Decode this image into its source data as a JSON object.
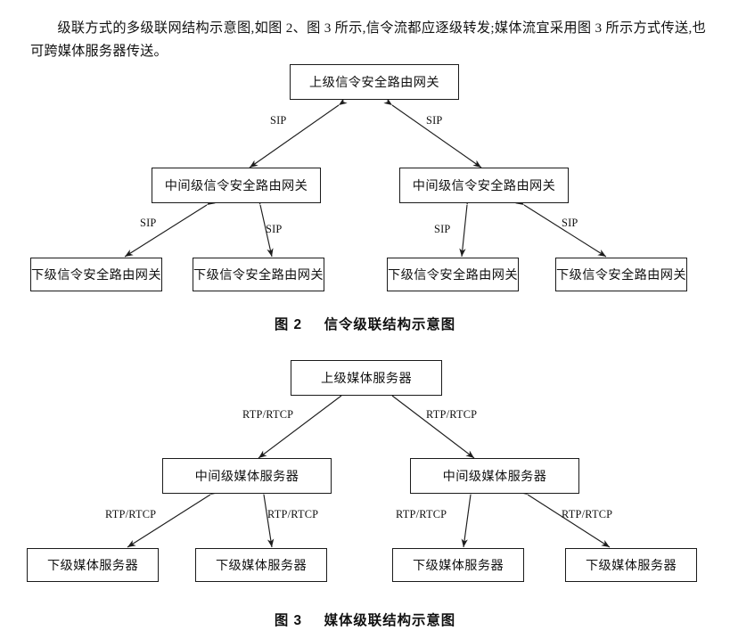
{
  "document": {
    "intro_paragraph": "级联方式的多级联网结构示意图,如图 2、图 3 所示,信令流都应逐级转发;媒体流宜采用图 3 所示方式传送,也可跨媒体服务器传送。"
  },
  "figure2": {
    "caption_label": "图 2",
    "caption_title": "信令级联结构示意图",
    "nodes": {
      "top": "上级信令安全路由网关",
      "mid_left": "中间级信令安全路由网关",
      "mid_right": "中间级信令安全路由网关",
      "leaf_1": "下级信令安全路由网关",
      "leaf_2": "下级信令安全路由网关",
      "leaf_3": "下级信令安全路由网关",
      "leaf_4": "下级信令安全路由网关"
    },
    "edge_labels": {
      "top_left": "SIP",
      "top_right": "SIP",
      "leaf_1": "SIP",
      "leaf_2": "SIP",
      "leaf_3": "SIP",
      "leaf_4": "SIP"
    }
  },
  "figure3": {
    "caption_label": "图 3",
    "caption_title": "媒体级联结构示意图",
    "nodes": {
      "top": "上级媒体服务器",
      "mid_left": "中间级媒体服务器",
      "mid_right": "中间级媒体服务器",
      "leaf_1": "下级媒体服务器",
      "leaf_2": "下级媒体服务器",
      "leaf_3": "下级媒体服务器",
      "leaf_4": "下级媒体服务器"
    },
    "edge_labels": {
      "top_left": "RTP/RTCP",
      "top_right": "RTP/RTCP",
      "leaf_1": "RTP/RTCP",
      "leaf_2": "RTP/RTCP",
      "leaf_3": "RTP/RTCP",
      "leaf_4": "RTP/RTCP"
    }
  }
}
